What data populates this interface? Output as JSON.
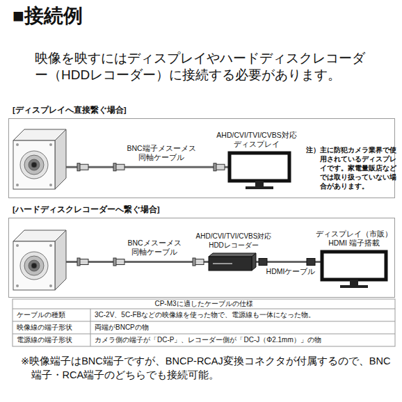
{
  "diagram": {
    "title": "■接続例",
    "nodes": [
      {
        "text": [
          "[ディスプレイへ直接繋ぐ場合]"
        ]
      },
      {
        "text": [],
        "in": 0
      },
      {
        "text": [
          "AHD/CVI/TVI/CVBS対応 ディスプレイ"
        ],
        "in": 0
      },
      {
        "text": [
          "[ハードディスクレコーダーへ繋ぐ場合]"
        ]
      },
      {
        "text": [],
        "in": 3
      },
      {
        "text": [
          "AHD/CVI/TVI/CVBS対応 HDDレコーダー"
        ],
        "in": 3
      },
      {
        "text": [
          "ディスプレイ（市販） HDMI 端子搭載"
        ],
        "in": 3
      }
    ],
    "edges": [
      {
        "from": 1,
        "to": 2,
        "arrow": "none",
        "label": "BNC端子メスーメス 同軸ケーブル"
      },
      {
        "from": 4,
        "to": 5,
        "arrow": "none",
        "label": "BNCメスーメス 同軸ケーブル"
      },
      {
        "from": 5,
        "to": 6,
        "arrow": "none",
        "label": "HDMIケーブル"
      }
    ],
    "labels": [
      "映像を映すにはディスプレイやハードディスクレコーダー（HDDレコーダー）に接続する必要があります。",
      "注）主に防犯カメラ業界で使用されているディスプレイです。家電量販店などでは取り扱っていない場合があります。",
      "CP-M3に適したケーブルの仕様",
      "ケーブルの種類",
      "3C-2V、5C-FBなどの映像線を使った物で、電源線も一体になった物。",
      "映像線の端子形状",
      "両端がBNCPの物",
      "電源線の端子形状",
      "カメラ側の端子が「DC-P」、レコーダー側が「DC-J（Φ2.1mm）」の物",
      "※映像端子はBNC端子ですが、BNCP-RCAJ変換コネクタが付属するので、BNC端子・RCA端子のどちらでも接続可能。"
    ]
  }
}
